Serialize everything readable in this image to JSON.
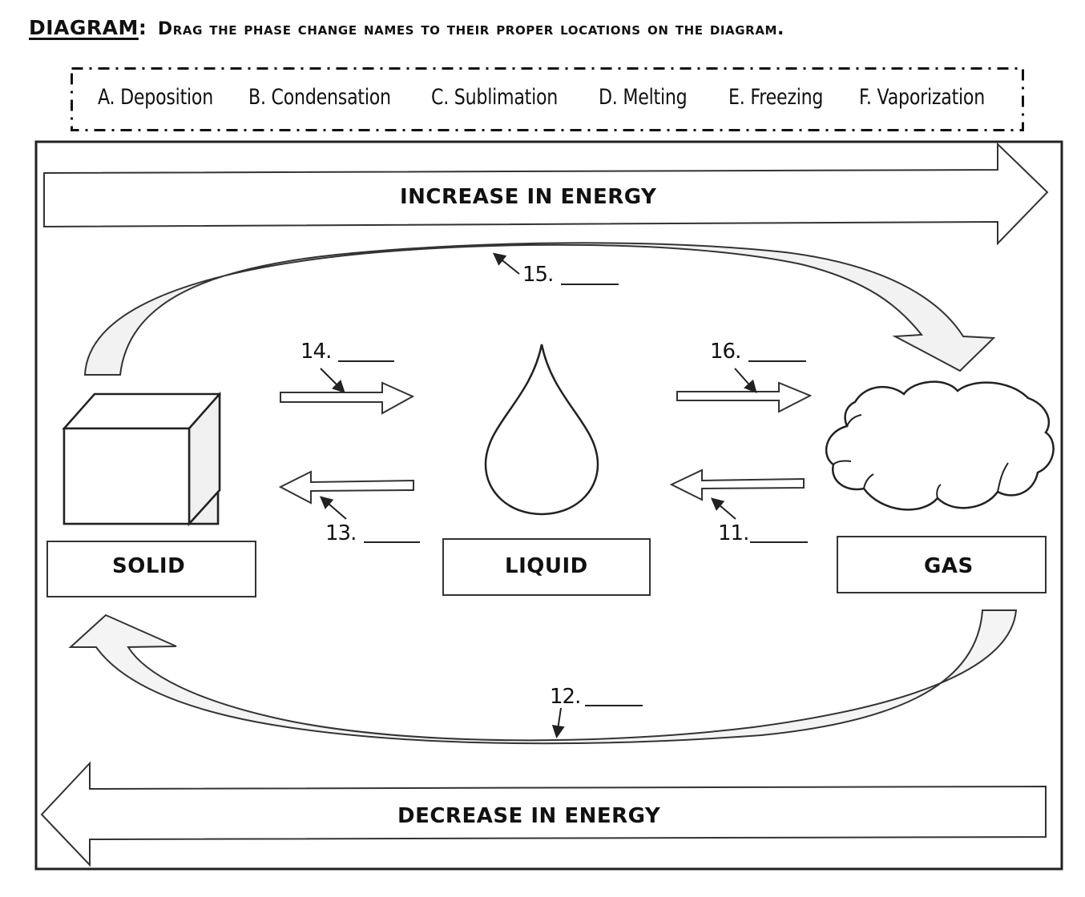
{
  "header": {
    "label": "DIAGRAM",
    "colon": ":",
    "instruction": "Drag the phase change names to their proper locations on the diagram."
  },
  "word_bank": [
    {
      "letter": "A.",
      "name": "Deposition",
      "text": "A. Deposition"
    },
    {
      "letter": "B.",
      "name": "Condensation",
      "text": "B. Condensation"
    },
    {
      "letter": "C.",
      "name": "Sublimation",
      "text": "C. Sublimation"
    },
    {
      "letter": "D.",
      "name": "Melting",
      "text": "D. Melting"
    },
    {
      "letter": "E.",
      "name": "Freezing",
      "text": "E. Freezing"
    },
    {
      "letter": "F.",
      "name": "Vaporization",
      "text": "F. Vaporization"
    }
  ],
  "energy": {
    "increase": "INCREASE IN ENERGY",
    "decrease": "DECREASE IN ENERGY"
  },
  "phases": {
    "solid": "SOLID",
    "liquid": "LIQUID",
    "gas": "GAS"
  },
  "blanks": {
    "b11": {
      "number": "11.",
      "value": ""
    },
    "b12": {
      "number": "12.",
      "value": ""
    },
    "b13": {
      "number": "13.",
      "value": ""
    },
    "b14": {
      "number": "14.",
      "value": ""
    },
    "b15": {
      "number": "15.",
      "value": ""
    },
    "b16": {
      "number": "16.",
      "value": ""
    }
  }
}
